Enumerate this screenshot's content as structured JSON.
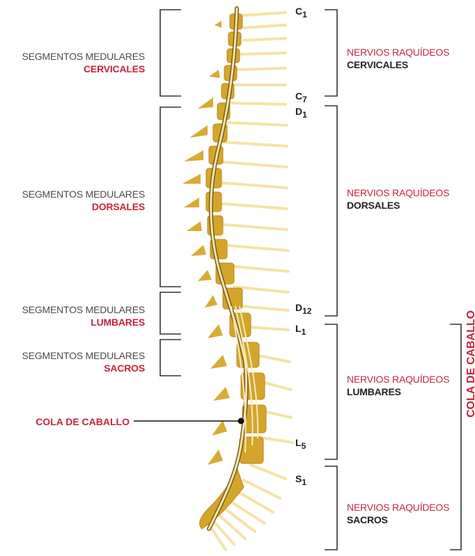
{
  "left_labels": [
    {
      "line1": "SEGMENTOS MEDULARES",
      "line2": "CERVICALES"
    },
    {
      "line1": "SEGMENTOS MEDULARES",
      "line2": "DORSALES"
    },
    {
      "line1": "SEGMENTOS MEDULARES",
      "line2": "LUMBARES"
    },
    {
      "line1": "SEGMENTOS MEDULARES",
      "line2": "SACROS"
    }
  ],
  "right_labels": [
    {
      "line1": "NERVIOS RAQUÍDEOS",
      "line2": "CERVICALES"
    },
    {
      "line1": "NERVIOS RAQUÍDEOS",
      "line2": "DORSALES"
    },
    {
      "line1": "NERVIOS RAQUÍDEOS",
      "line2": "LUMBARES"
    },
    {
      "line1": "NERVIOS RAQUÍDEOS",
      "line2": "SACROS"
    }
  ],
  "vertebra_marks": {
    "c1": {
      "letter": "C",
      "num": "1"
    },
    "c7": {
      "letter": "C",
      "num": "7"
    },
    "d1": {
      "letter": "D",
      "num": "1"
    },
    "d12": {
      "letter": "D",
      "num": "12"
    },
    "l1": {
      "letter": "L",
      "num": "1"
    },
    "l5": {
      "letter": "L",
      "num": "5"
    },
    "s1": {
      "letter": "S",
      "num": "1"
    }
  },
  "cola_label": "COLA DE CABALLO",
  "cola_vertical_label": "COLA DE CABALLO",
  "colors": {
    "accent": "#c8233a",
    "bone": "#d6a62a",
    "bone_light": "#f3dd9a",
    "nerve": "#f7e7b0",
    "bracket": "#333333"
  }
}
